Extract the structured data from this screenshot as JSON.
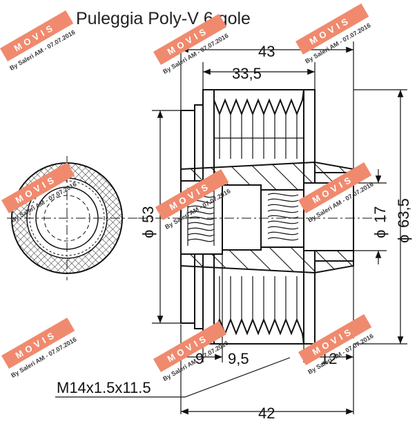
{
  "title": "Puleggia Poly-V 6 gole",
  "dimensions": {
    "total_width": "43",
    "groove_width": "33,5",
    "bore_diameter_left": "53",
    "inner_diameter": "17",
    "outer_diameter": "63,5",
    "dim_9": "9",
    "dim_9_5": "9,5",
    "dim_12": "12",
    "dim_42": "42",
    "thread_spec": "M14x1.5x11.5"
  },
  "diameter_symbol": "ϕ",
  "watermark": {
    "brand": "MOVIS",
    "credit": "By Saleri AM - 07.07.2016",
    "color": "#f08a6e"
  }
}
